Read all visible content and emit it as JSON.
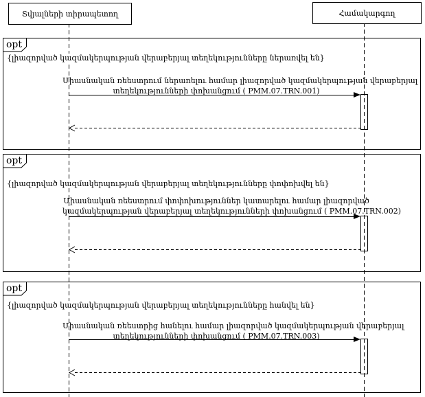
{
  "diagram": {
    "type": "uml-sequence",
    "actors": [
      {
        "label": "Տվյալների տիրապետող"
      },
      {
        "label": "Համակարգող"
      }
    ],
    "fragments": [
      {
        "operator": "opt",
        "guard": "{լիազորված կազմակերպության վերաբերյալ տեղեկությունները ներառվել են}",
        "message_lines": [
          "Միասնական ռեեստրում ներառելու համար լիազորված կազմակերպության վերաբերյալ",
          "տեղեկությունների փոխանցում ( PMM.07.TRN.001)"
        ]
      },
      {
        "operator": "opt",
        "guard": "{լիազորված կազմակերպության վերաբերյալ տեղեկությունները փոփոխվել են}",
        "message_lines": [
          "Միասնական ռեեստրում փոփոխություններ կատարելու համար լիազորված",
          "կազմակերպության վերաբերյալ տեղեկությունների փոխանցում ( PMM.07.TRN.002)"
        ]
      },
      {
        "operator": "opt",
        "guard": "{լիազորված կազմակերպության վերաբերյալ տեղեկությունները հանվել են}",
        "message_lines": [
          "Միասնական ռեեստրից հանելու համար լիազորված կազմակերպության վերաբերյալ",
          "տեղեկությունների փոխանցում ( PMM.07.TRN.003)"
        ]
      }
    ],
    "colors": {
      "line": "#000000",
      "background": "#ffffff"
    }
  }
}
